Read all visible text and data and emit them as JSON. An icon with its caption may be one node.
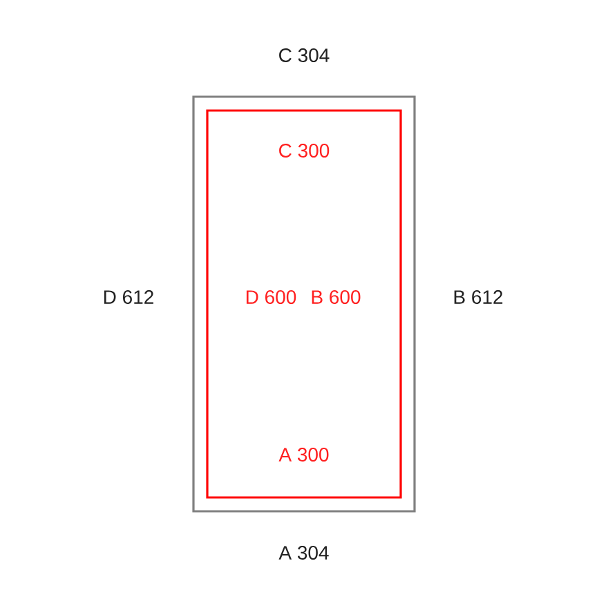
{
  "diagram": {
    "nodes": [
      {
        "text": [],
        "shape": "box",
        "beside": [
          "C 304",
          "D 612",
          "B 612",
          "A 304"
        ]
      },
      {
        "text": [
          "C 300",
          "D 600",
          "B 600",
          "A 300"
        ],
        "in": 0
      }
    ]
  }
}
